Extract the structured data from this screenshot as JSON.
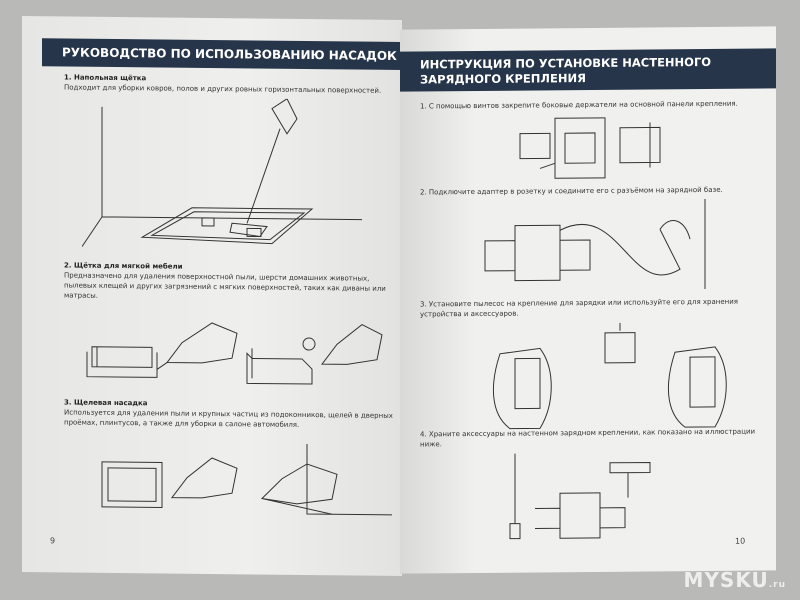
{
  "left_page": {
    "title": "РУКОВОДСТВО ПО ИСПОЛЬЗОВАНИЮ НАСАДОК",
    "sections": [
      {
        "heading": "1.  Напольная щётка",
        "text": "Подходит для уборки ковров, полов и других ровных горизонтальных поверхностей."
      },
      {
        "heading": "2.  Щётка для мягкой мебели",
        "text": "Предназначено для удаления поверхностной пыли, шерсти домашних животных, пылевых клещей и других загрязнений с мягких поверхностей, таких как диваны или матрасы."
      },
      {
        "heading": "3.  Щелевая насадка",
        "text": "Используется для удаления пыли и крупных частиц из подоконников, щелей в дверных проёмах, плинтусов, а также для уборки в салоне автомобиля."
      }
    ],
    "page_number": "9"
  },
  "right_page": {
    "title": "ИНСТРУКЦИЯ ПО УСТАНОВКЕ НАСТЕННОГО ЗАРЯДНОГО КРЕПЛЕНИЯ",
    "steps": [
      "1.  С помощью винтов закрепите боковые держатели на основной панели крепления.",
      "2.  Подключите адаптер в розетку и соедините его с разъёмом на зарядной базе.",
      "3.  Установите пылесос на крепление для зарядки или используйте его для хранения устройства и аксессуаров.",
      "4.  Храните аксессуары на настенном зарядном креплении, как показано на иллюстрации ниже."
    ],
    "page_number": "10"
  },
  "watermark": {
    "main": "MYSKU",
    "suffix": ".ru"
  }
}
